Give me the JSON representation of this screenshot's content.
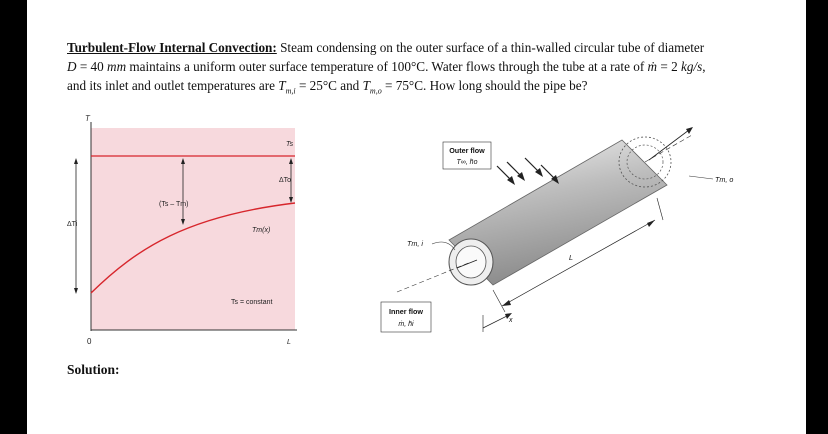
{
  "problem": {
    "title": "Turbulent-Flow Internal Convection:",
    "line1_rest": " Steam condensing on the outer surface of a thin-walled circular tube of diameter",
    "line2_a": "D",
    "line2_b": " = 40 ",
    "line2_mm": "mm",
    "line2_c": " maintains a uniform outer surface temperature of 100°C. Water flows through the tube at a rate of ",
    "line2_mdot": "ṁ",
    "line2_d": " = 2 ",
    "line2_unit": "kg/s",
    "line2_e": ",",
    "line3_a": "and its inlet and outlet temperatures are ",
    "tmi": "T",
    "tmi_sub": "m,i",
    "line3_b": " = 25°C and ",
    "tmo": "T",
    "tmo_sub": "m,o",
    "line3_c": " = 75°C. How long should the pipe be?"
  },
  "graph": {
    "y_axis_label": "T",
    "ts_label": "Ts",
    "delta_to_label": "ΔTo",
    "diff_label": "(Ts – Tm)",
    "delta_ti_label": "ΔTi",
    "tm_label": "Tm(x)",
    "ts_const_label": "Ts = constant",
    "origin_label": "0",
    "end_label": "L",
    "colors": {
      "background": "#f7d9dd",
      "curve": "#d7262c"
    }
  },
  "pipe": {
    "outer_flow_title": "Outer flow",
    "outer_flow_sub": "T∞, h̄o",
    "tmi_label": "Tm, i",
    "tmo_label": "Tm, o",
    "inner_flow_title": "Inner flow",
    "inner_flow_sub": "ṁ, h̄i",
    "length_label": "L",
    "x_label": "x"
  },
  "solution": "Solution:"
}
